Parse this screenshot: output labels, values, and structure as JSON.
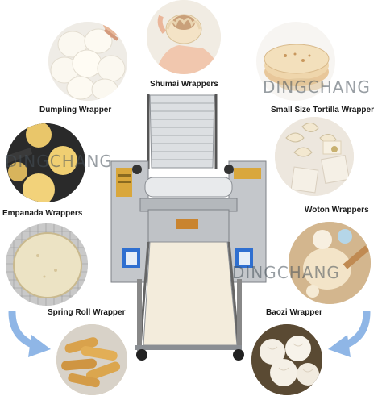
{
  "labels": {
    "dumpling": "Dumpling Wrapper",
    "shumai": "Shumai  Wrappers",
    "tortilla": "Small Size Tortilla Wrapper",
    "empanada": "Empanada Wrappers",
    "woton": "Woton Wrappers",
    "spring_roll": "Spring Roll Wrapper",
    "baozi": "Baozi  Wrapper"
  },
  "watermark": "DINGCHANG",
  "colors": {
    "arrow": "#8fb6e6",
    "machine_steel": "#b9bcc0",
    "panel_yellow": "#d9a73c"
  }
}
